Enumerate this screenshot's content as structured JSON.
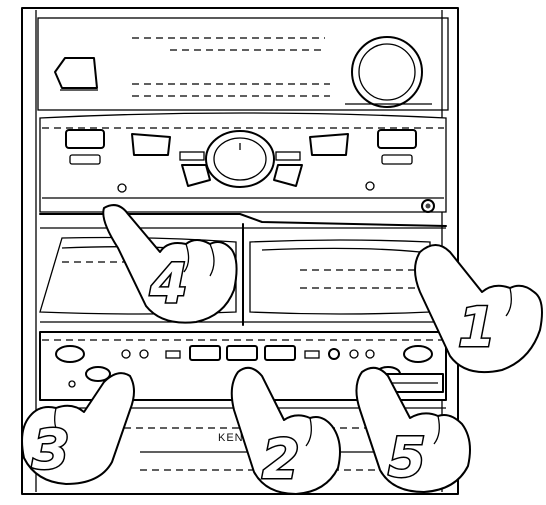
{
  "diagram": {
    "brand_label": "KENWOOD",
    "callouts": [
      {
        "id": "callout-1",
        "number": "1",
        "target": "right-cassette-deck"
      },
      {
        "id": "callout-2",
        "number": "2",
        "target": "center-control-buttons"
      },
      {
        "id": "callout-3",
        "number": "3",
        "target": "left-front-buttons"
      },
      {
        "id": "callout-4",
        "number": "4",
        "target": "left-cassette-deck"
      },
      {
        "id": "callout-5",
        "number": "5",
        "target": "right-front-buttons"
      }
    ]
  }
}
